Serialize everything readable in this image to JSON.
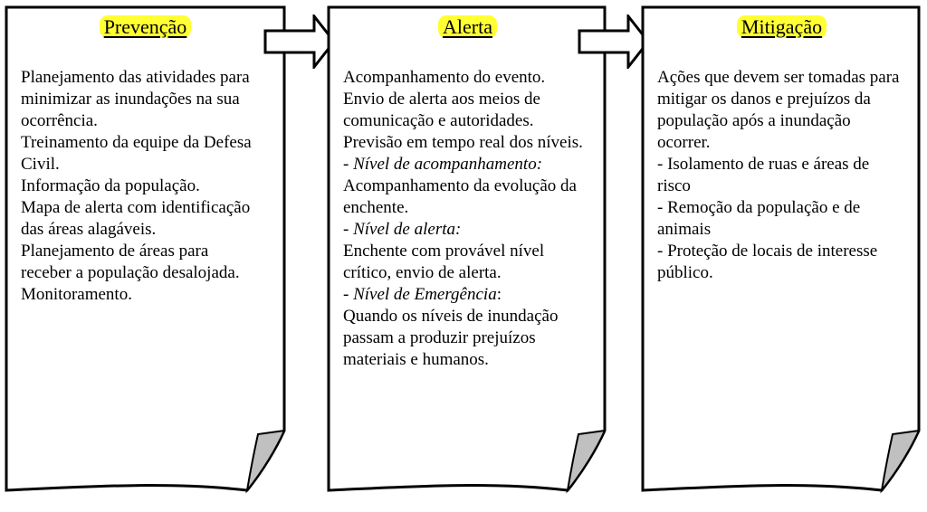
{
  "panels": [
    {
      "title": "Prevenção",
      "lines": [
        {
          "text": "Planejamento das atividades para minimizar as inundações na sua ocorrência."
        },
        {
          "text": "Treinamento da equipe da Defesa Civil."
        },
        {
          "text": "Informação da população."
        },
        {
          "text": "Mapa de alerta com identificação das áreas alagáveis."
        },
        {
          "text": "Planejamento de áreas para receber a população desalojada."
        },
        {
          "text": "Monitoramento."
        }
      ]
    },
    {
      "title": "Alerta",
      "lines": [
        {
          "text": "Acompanhamento do evento."
        },
        {
          "text": "Envio de alerta aos meios de comunicação e autoridades."
        },
        {
          "text": "Previsão em tempo real dos níveis."
        },
        {
          "prefix": "- ",
          "italic": "Nível de acompanhamento:",
          "suffix": ""
        },
        {
          "text": "Acompanhamento da evolução da enchente."
        },
        {
          "prefix": "- ",
          "italic": "Nível de alerta:",
          "suffix": ""
        },
        {
          "text": "Enchente com provável nível crítico, envio de alerta."
        },
        {
          "prefix": "- ",
          "italic": "Nível de Emergência",
          "suffix": ":"
        },
        {
          "text": "Quando os níveis de inundação passam a produzir prejuízos materiais e humanos."
        }
      ]
    },
    {
      "title": "Mitigação",
      "lines": [
        {
          "text": "Ações que devem ser tomadas para mitigar os danos e prejuízos da população após a inundação ocorrer."
        },
        {
          "text": "- Isolamento de ruas e áreas de risco"
        },
        {
          "text": "- Remoção da população e de animais"
        },
        {
          "text": "- Proteção de locais de interesse público."
        }
      ]
    }
  ],
  "colors": {
    "title_highlight": "#ffff33",
    "fold": "#c0c0c0",
    "border": "#000000"
  }
}
